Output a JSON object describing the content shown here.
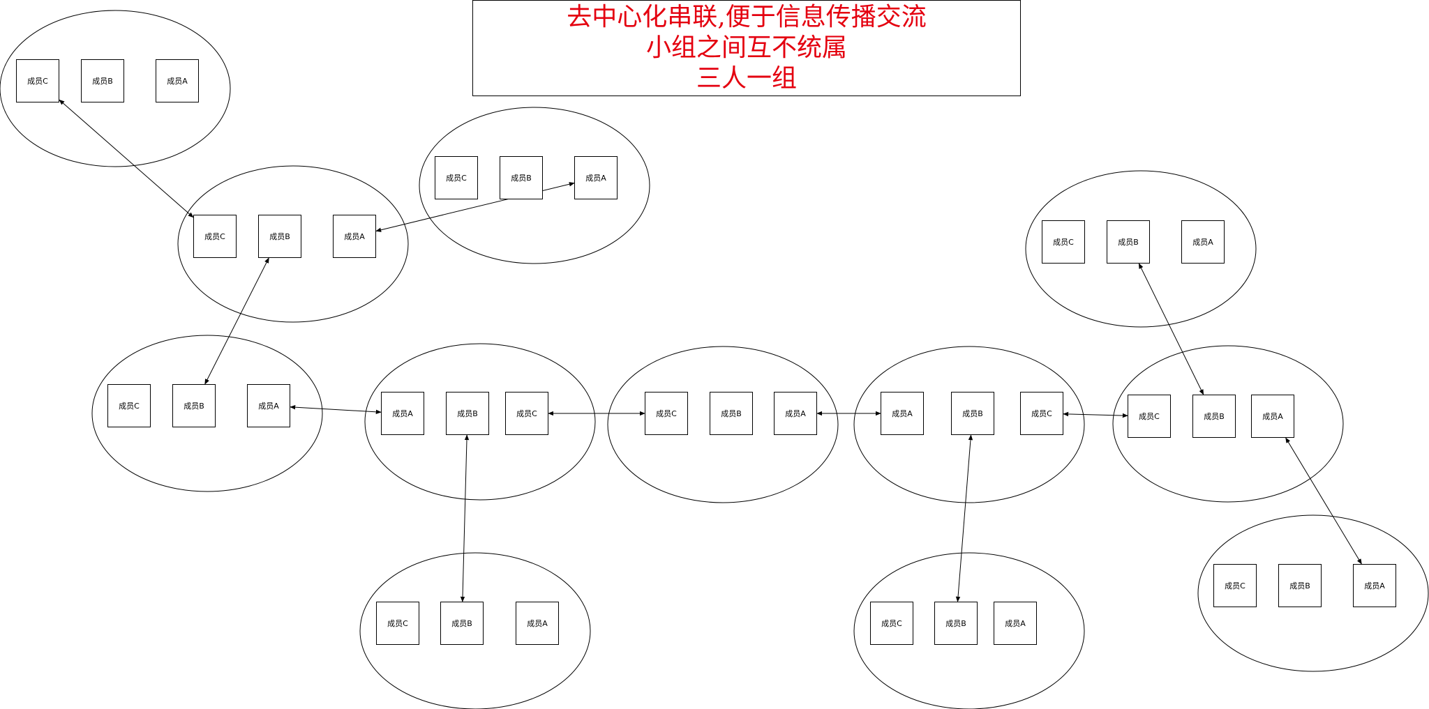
{
  "title": {
    "lines": [
      "去中心化串联,便于信息传播交流",
      "小组之间互不统属",
      "三人一组"
    ],
    "color": "#e4000f"
  },
  "member_label_prefix": "成员",
  "groups": [
    {
      "id": "g1",
      "members": [
        "成员C",
        "成员B",
        "成员A"
      ]
    },
    {
      "id": "g2",
      "members": [
        "成员C",
        "成员B",
        "成员A"
      ]
    },
    {
      "id": "g3",
      "members": [
        "成员C",
        "成员B",
        "成员A"
      ]
    },
    {
      "id": "g4",
      "members": [
        "成员C",
        "成员B",
        "成员A"
      ]
    },
    {
      "id": "g5",
      "members": [
        "成员A",
        "成员B",
        "成员C"
      ]
    },
    {
      "id": "g6",
      "members": [
        "成员C",
        "成员B",
        "成员A"
      ]
    },
    {
      "id": "g7",
      "members": [
        "成员A",
        "成员B",
        "成员C"
      ]
    },
    {
      "id": "g8",
      "members": [
        "成员C",
        "成员B",
        "成员A"
      ]
    },
    {
      "id": "g9",
      "members": [
        "成员C",
        "成员B",
        "成员A"
      ]
    },
    {
      "id": "g10",
      "members": [
        "成员C",
        "成员B",
        "成员A"
      ]
    },
    {
      "id": "g11",
      "members": [
        "成员C",
        "成员B",
        "成员A"
      ]
    },
    {
      "id": "g12",
      "members": [
        "成员C",
        "成员B",
        "成员A"
      ]
    }
  ],
  "connections": [
    {
      "from": "g1.成员C",
      "to": "g2.成员C"
    },
    {
      "from": "g2.成员A",
      "to": "g3.成员A"
    },
    {
      "from": "g2.成员B",
      "to": "g4.成员B"
    },
    {
      "from": "g4.成员A",
      "to": "g5.成员A"
    },
    {
      "from": "g5.成员C",
      "to": "g6.成员C"
    },
    {
      "from": "g6.成员A",
      "to": "g7.成员A"
    },
    {
      "from": "g7.成员C",
      "to": "g9.成员C"
    },
    {
      "from": "g9.成员B",
      "to": "g8.成员B"
    },
    {
      "from": "g9.成员A",
      "to": "g12.成员A"
    },
    {
      "from": "g5.成员B",
      "to": "g10.成员B"
    },
    {
      "from": "g7.成员B",
      "to": "g11.成员B"
    }
  ]
}
